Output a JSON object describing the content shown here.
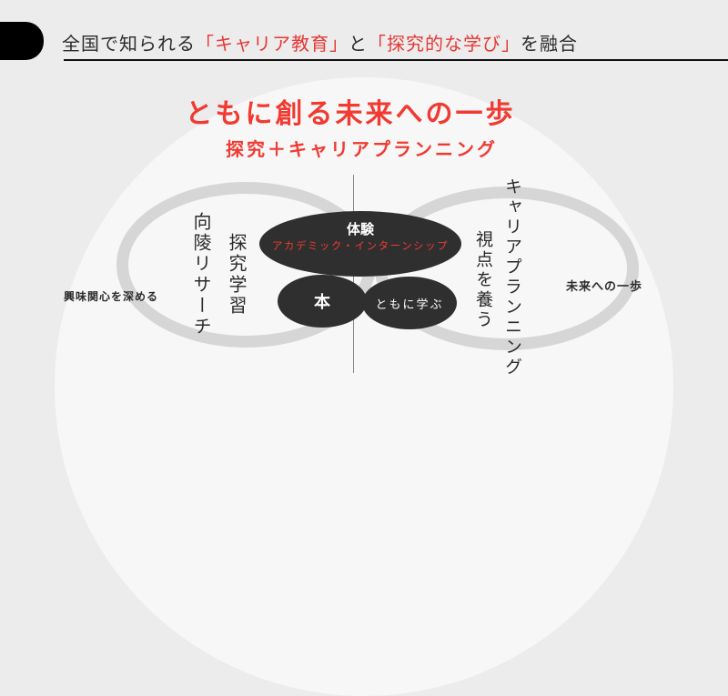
{
  "header": {
    "title_a": "全国で知られる",
    "title_b": "「キャリア教育」",
    "title_c": "と",
    "title_d": "「探究的な学び」",
    "title_e": "を融合"
  },
  "headline": "ともに創る未来への一歩",
  "subheadline": "探究＋キャリアプランニング",
  "diagram": {
    "left_label": "興味関心を深める",
    "right_label": "未来への一歩",
    "left_vertical_1": "向陵リサーチ",
    "left_vertical_2": "探究学習",
    "right_vertical_1": "視点を養う",
    "right_vertical_2": "キャリアプランニング",
    "center_top": "体験",
    "center_top_sub": "アカデミック・インターンシップ",
    "center_left": "本",
    "center_right": "ともに学ぶ"
  }
}
